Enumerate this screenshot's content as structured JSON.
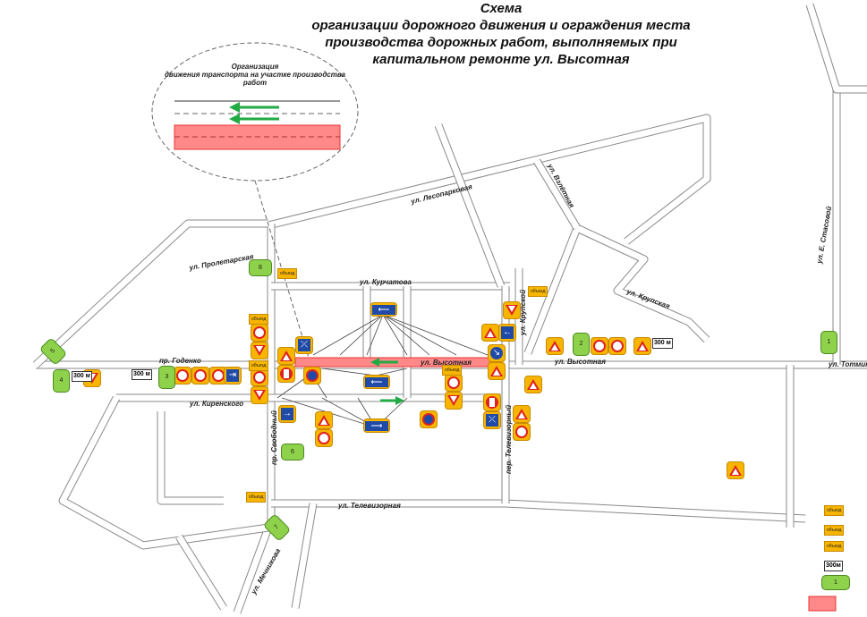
{
  "title": {
    "line1": "Схема",
    "line2": "организации дорожного движения и ограждения места",
    "line3": "производства дорожных работ, выполняемых при",
    "line4": "капитальном ремонте ул. Высотная"
  },
  "inset": {
    "line1": "Организация",
    "line2": "движения транспорта на участке производства",
    "line3": "работ"
  },
  "streets": {
    "lesoparkovaya": "ул. Лесопарковая",
    "proletarskaya": "ул. Пролетарская",
    "kurchatova": "ул. Курчатова",
    "godenko": "пр. Годенко",
    "kirenskogo": "ул. Киренского",
    "svobodny": "пр. Свободный",
    "vysotnaya": "ул. Высотная",
    "vysotnaya2": "ул. Высотная",
    "krupskoy": "ул. Крупской",
    "krupskaya": "ул. Крупская",
    "televizornaya": "ул. Телевизорная",
    "per_televizorny": "пер. Телевизорный",
    "mechnikova": "ул. Мечникова",
    "stasovoy": "ул. Е. Стасовой",
    "totmina": "ул. Тотмина",
    "vzletnaya": "ул. Взлётная"
  },
  "plates": {
    "detour": "объезд",
    "distance": "300 м"
  },
  "badges": [
    "1",
    "2",
    "3",
    "4",
    "5",
    "6",
    "7",
    "8"
  ],
  "legend": {
    "badge": "1",
    "distance": "300м",
    "detour": "объезд"
  },
  "colors": {
    "sign_bg": "#f7b500",
    "badge": "#8ed14a",
    "work_zone": "#ff8080",
    "arrow": "#22aa44"
  }
}
